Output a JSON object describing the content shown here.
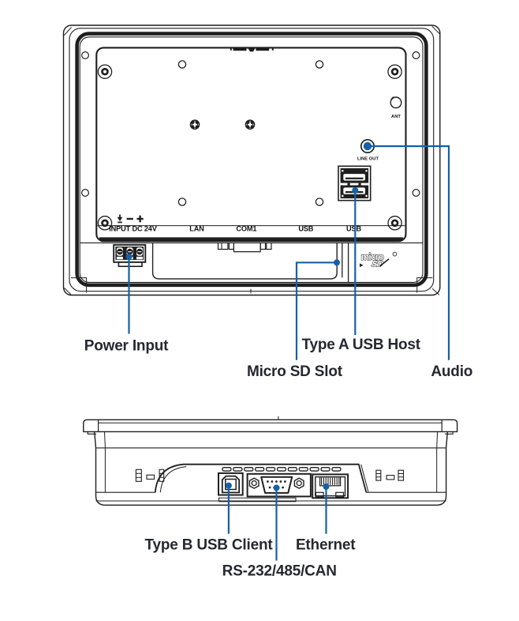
{
  "colors": {
    "accent": "#1660a8",
    "ink": "#1f1f1f",
    "label": "#262830"
  },
  "rear_view": {
    "port_strip": {
      "power": "INPUT DC 24V",
      "lan": "LAN",
      "com1": "COM1",
      "usb1": "USB",
      "usb2": "USB"
    },
    "markings": {
      "ant": "ANT",
      "line_out": "LINE OUT",
      "micro": "micro",
      "sd": "SD"
    },
    "callouts": {
      "power": "Power Input",
      "sd": "Micro SD Slot",
      "usb": "Type A USB Host",
      "audio": "Audio"
    }
  },
  "bottom_view": {
    "callouts": {
      "usb_b": "Type B USB Client",
      "serial": "RS-232/485/CAN",
      "ethernet": "Ethernet"
    }
  }
}
